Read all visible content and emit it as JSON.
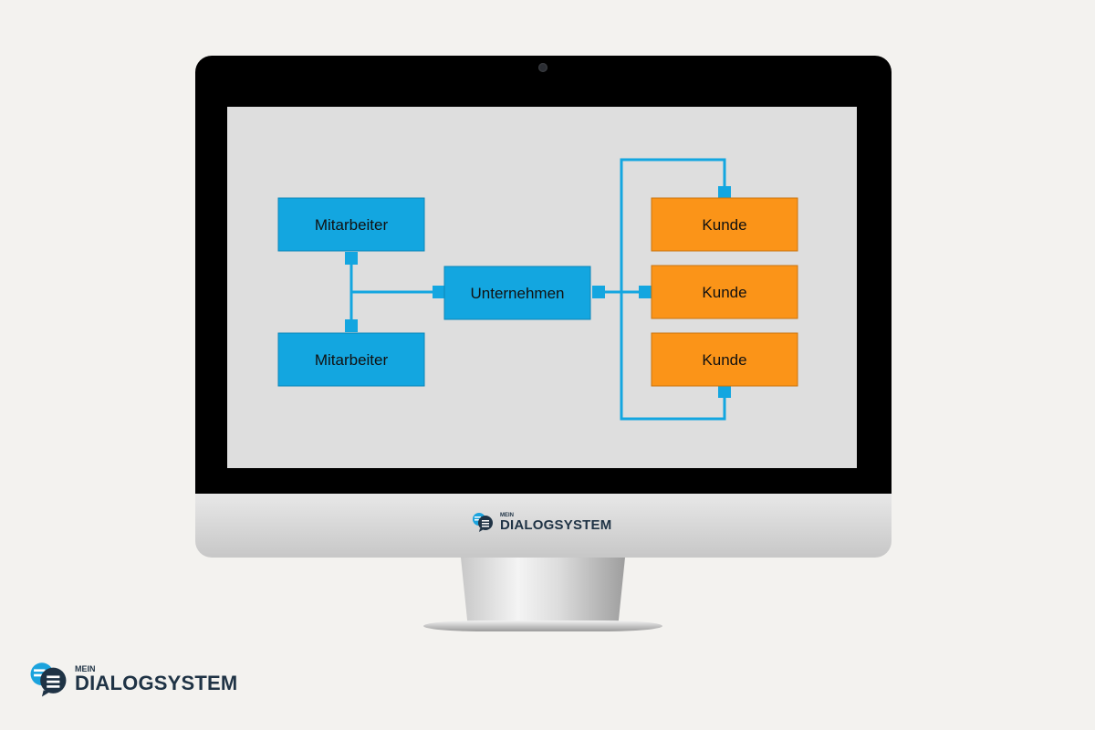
{
  "diagram": {
    "nodes": [
      {
        "id": "mitarbeiter-1",
        "label": "Mitarbeiter",
        "type": "employee"
      },
      {
        "id": "mitarbeiter-2",
        "label": "Mitarbeiter",
        "type": "employee"
      },
      {
        "id": "unternehmen",
        "label": "Unternehmen",
        "type": "company"
      },
      {
        "id": "kunde-1",
        "label": "Kunde",
        "type": "customer"
      },
      {
        "id": "kunde-2",
        "label": "Kunde",
        "type": "customer"
      },
      {
        "id": "kunde-3",
        "label": "Kunde",
        "type": "customer"
      }
    ],
    "edges": [
      {
        "from": "mitarbeiter-1",
        "to": "unternehmen"
      },
      {
        "from": "mitarbeiter-2",
        "to": "unternehmen"
      },
      {
        "from": "unternehmen",
        "to": "kunde-1"
      },
      {
        "from": "unternehmen",
        "to": "kunde-2"
      },
      {
        "from": "unternehmen",
        "to": "kunde-3"
      }
    ]
  },
  "colors": {
    "employee_fill": "#13a6e0",
    "company_fill": "#13a6e0",
    "customer_fill": "#fb9418",
    "connector": "#13a6e0",
    "screen_bg": "#dedede",
    "brand_dark": "#1f3345",
    "brand_blue": "#1ba3dd"
  },
  "brand": {
    "small_word": "MEIN",
    "main_word": "DIALOGSYSTEM",
    "icon": "chat-bubbles-icon"
  }
}
